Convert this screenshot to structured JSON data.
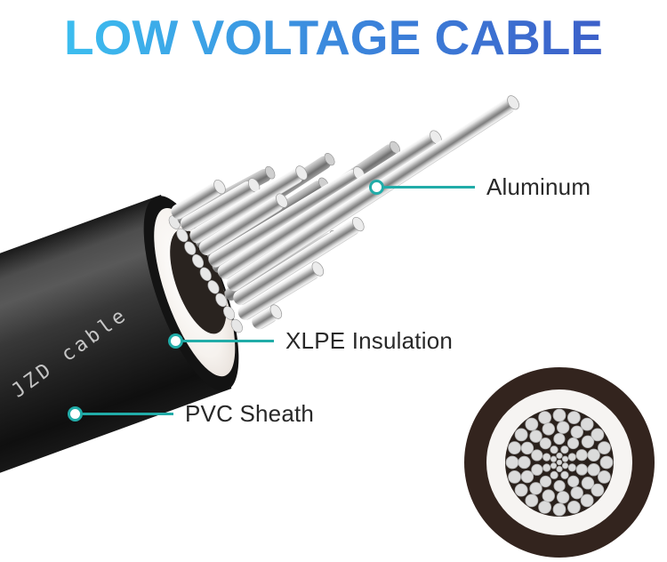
{
  "title": {
    "text": "LOW VOLTAGE CABLE",
    "gradient_from": "#3CC0F0",
    "gradient_mid": "#3B86DC",
    "gradient_to": "#3C5EC8"
  },
  "accent_color": "#21ACA8",
  "watermark": {
    "text": "JZD cable"
  },
  "callouts": [
    {
      "id": "aluminum",
      "label": "Aluminum"
    },
    {
      "id": "xlpe",
      "label": "XLPE Insulation"
    },
    {
      "id": "pvc",
      "label": "PVC Sheath"
    }
  ],
  "cable": {
    "sheath_color": "#161616",
    "insulation_color": "#F4F1EE",
    "strand_color": "#D6D6D6"
  },
  "cross_section": {
    "sheath_color": "#33241E",
    "insulation_color": "#F6F4F2",
    "core_color": "#2A211C",
    "strand_fill": "#DBDBDB",
    "strand_stroke": "#AFAFAF",
    "outer_r": 107,
    "insulation_r": 82,
    "core_r": 61,
    "rings": [
      {
        "count": 20,
        "R": 53,
        "r": 7
      },
      {
        "count": 15,
        "R": 39.5,
        "r": 6.8
      },
      {
        "count": 10,
        "R": 26.5,
        "r": 6.2
      },
      {
        "count": 8,
        "R": 15.5,
        "r": 4.2
      },
      {
        "count": 6,
        "R": 7.5,
        "r": 3.2
      },
      {
        "count": 1,
        "R": 0,
        "r": 2.8
      }
    ]
  }
}
